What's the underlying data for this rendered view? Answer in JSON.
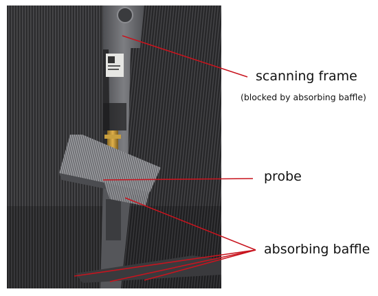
{
  "labels": {
    "scanning_frame": "scanning frame",
    "scanning_frame_note": "(blocked by absorbing baffle)",
    "probe": "probe",
    "absorbing_baffle": "absorbing baffle"
  },
  "colors": {
    "leader_line": "#c8141e",
    "absorber": "#2b2b2d",
    "frame": "#5f6064",
    "probe_tip": "#e8c24a"
  }
}
